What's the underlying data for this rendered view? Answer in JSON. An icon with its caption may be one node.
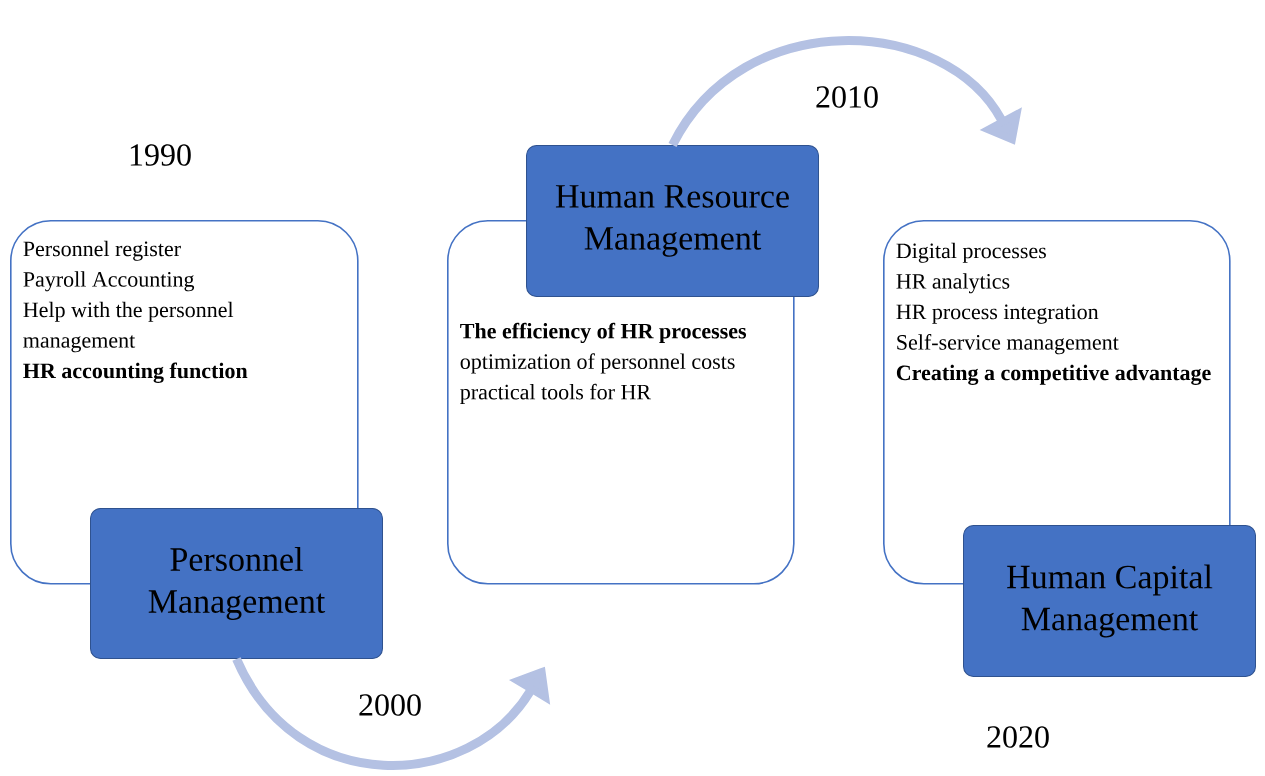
{
  "diagram": {
    "nodes": [
      {
        "text": [
          "Personnel register",
          "Payroll Accounting",
          "Help with the personnel management",
          "HR accounting function"
        ]
      },
      {
        "text": [
          "Personnel Management"
        ]
      },
      {
        "text": [
          "The efficiency of HR processes",
          "optimization of personnel costs",
          "practical tools for HR"
        ]
      },
      {
        "text": [
          "Human Resource Management"
        ]
      },
      {
        "text": [
          "Digital processes",
          "HR analytics",
          "HR process integration",
          "Self-service management",
          "Creating a competitive advantage"
        ]
      },
      {
        "text": [
          "Human Capital Management"
        ]
      }
    ],
    "edges": [
      {
        "from": 1,
        "to": 2,
        "arrow": "to"
      },
      {
        "from": 3,
        "to": 4,
        "arrow": "to"
      }
    ],
    "labels": [
      "2010",
      "1990",
      "2000",
      "2020"
    ]
  }
}
